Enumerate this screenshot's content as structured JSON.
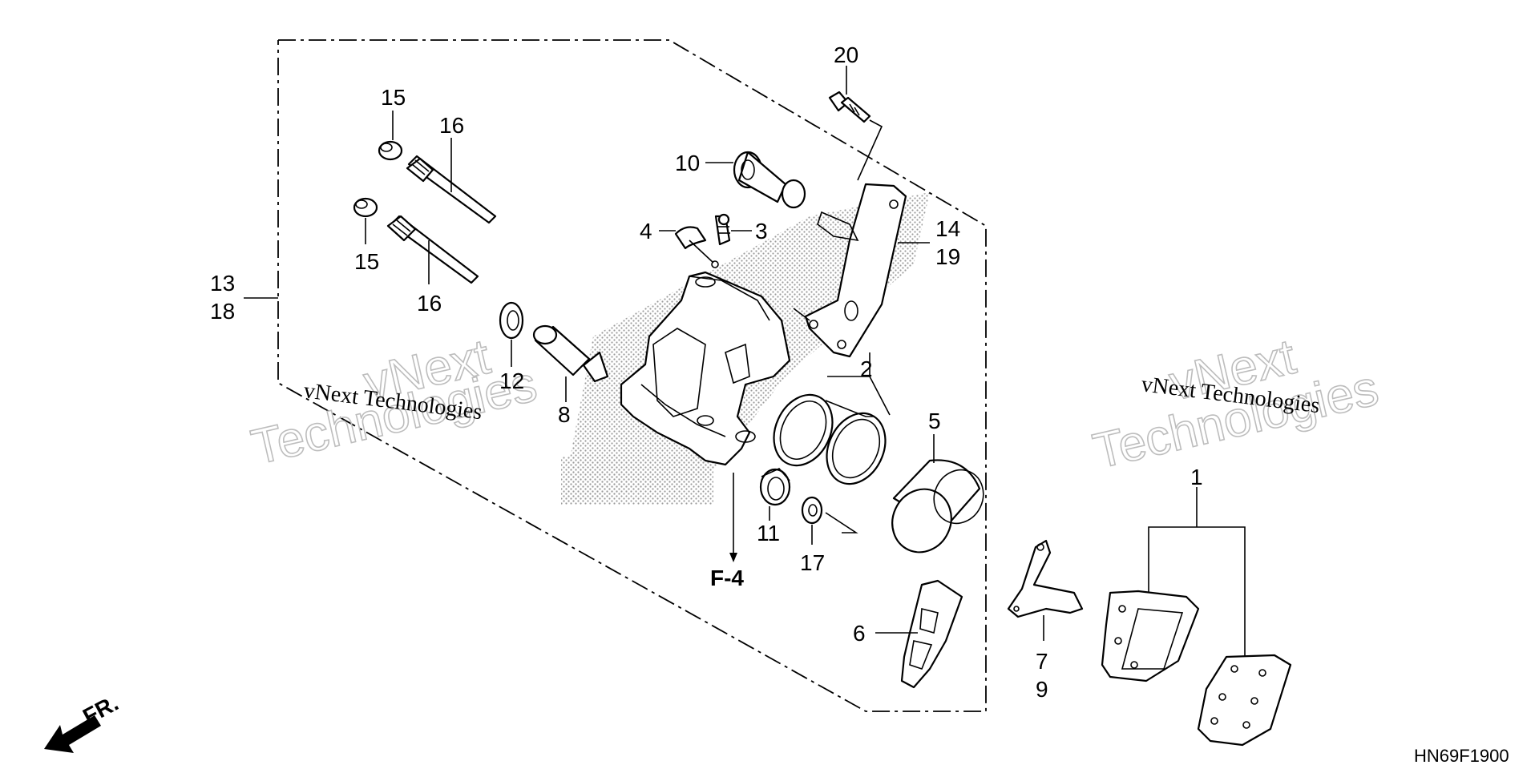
{
  "diagram": {
    "callouts": {
      "c1": "1",
      "c2": "2",
      "c3": "3",
      "c4": "4",
      "c5": "5",
      "c6": "6",
      "c7": "7",
      "c8": "8",
      "c9": "9",
      "c10": "10",
      "c11": "11",
      "c12": "12",
      "c13": "13",
      "c14": "14",
      "c15a": "15",
      "c15b": "15",
      "c16a": "16",
      "c16b": "16",
      "c17": "17",
      "c18": "18",
      "c19": "19",
      "c20": "20"
    },
    "section_ref": "F-4",
    "front_arrow_label": "FR.",
    "drawing_code": "HN69F1900",
    "watermark": {
      "small_text": "vNext Technologies",
      "big_line1": "vNext",
      "big_line2": "Technologies"
    }
  },
  "colors": {
    "ink": "#000000",
    "watermark": "#bdbdbd",
    "stipple": "#9a9a9a"
  },
  "icons": {
    "front_arrow": "front-direction-arrow-icon"
  }
}
